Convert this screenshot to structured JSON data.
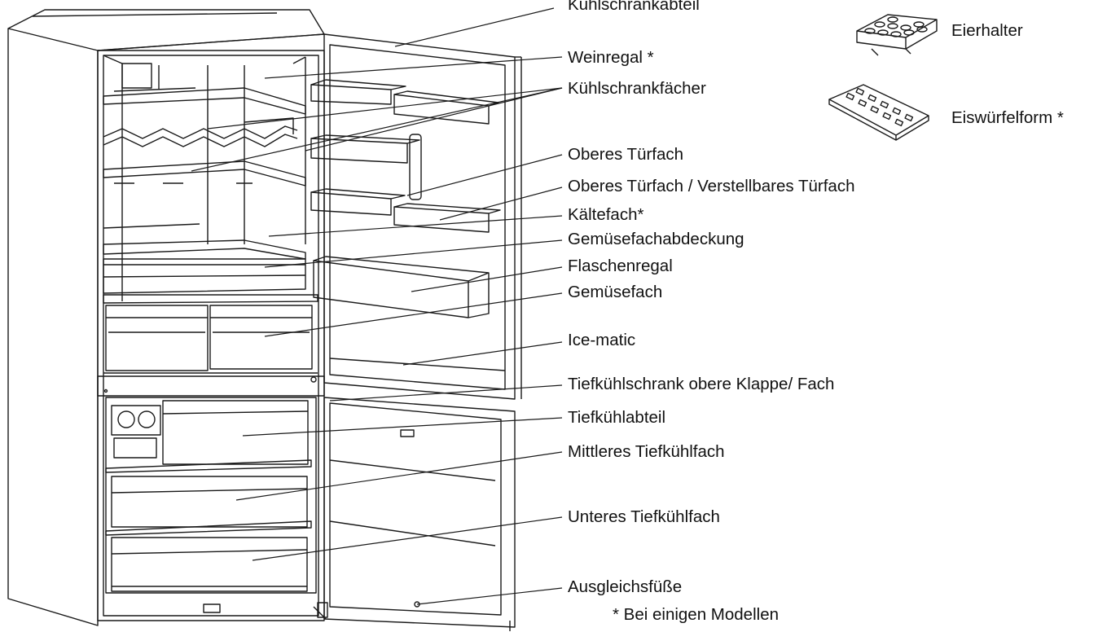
{
  "labels": [
    "Kühlschrankabteil",
    "Weinregal *",
    "Kühlschrankfächer",
    "Oberes Türfach",
    "Oberes Türfach / Verstellbares Türfach",
    "Kältefach*",
    "Gemüsefachabdeckung",
    "Flaschenregal",
    "Gemüsefach",
    "Ice-matic",
    "Tiefkühlschrank obere Klappe/ Fach",
    "Tiefkühlabteil",
    "Mittleres Tiefkühlfach",
    "Unteres Tiefkühlfach",
    "Ausgleichsfüße"
  ],
  "accessories": [
    {
      "name": "Eierhalter",
      "icon": "egg-holder-icon"
    },
    {
      "name": "Eiswürfelform *",
      "icon": "ice-cube-tray-icon"
    }
  ],
  "note": "* Bei einigen Modellen",
  "colors": {
    "line": "#1a1a1a",
    "background": "#ffffff"
  }
}
